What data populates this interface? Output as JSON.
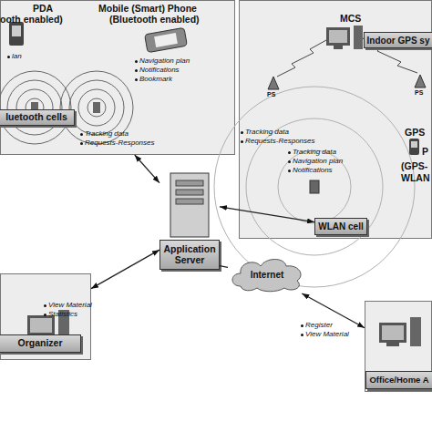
{
  "diagram": {
    "nodes": [
      {
        "text": [
          "luetooth cells"
        ]
      },
      {
        "text": [
          "Indoor GPS sy"
        ]
      },
      {
        "text": [
          "WLAN cell"
        ],
        "in": 1
      },
      {
        "text": [
          "Application Server"
        ]
      },
      {
        "text": [
          "Organizer"
        ]
      },
      {
        "text": [
          "Internet"
        ]
      },
      {
        "text": [
          "Office/Home A"
        ]
      }
    ],
    "edges": [
      {
        "from": 3,
        "to": 0,
        "arrow": "both"
      },
      {
        "from": 3,
        "to": 2,
        "arrow": "both"
      },
      {
        "from": 3,
        "to": 4,
        "arrow": "both"
      },
      {
        "from": 3,
        "to": 5,
        "arrow": "none"
      },
      {
        "from": 5,
        "to": 6,
        "arrow": "both"
      }
    ],
    "labels": [
      "PDA",
      "ooth enabled)",
      "Mobile (Smart) Phone",
      "(Bluetooth enabled)",
      "lan",
      "Navigation plan",
      "Notifications",
      "Bookmark",
      "Tracking data",
      "Requests-Responses",
      "MCS",
      "PS",
      "PS",
      "GPS",
      "P",
      "(GPS-",
      "WLAN",
      "Tracking data",
      "Navigation plan",
      "Notifications",
      "Tracking data",
      "Requests-Responses",
      "View Material",
      "Statistics",
      "Register",
      "View Material"
    ]
  }
}
